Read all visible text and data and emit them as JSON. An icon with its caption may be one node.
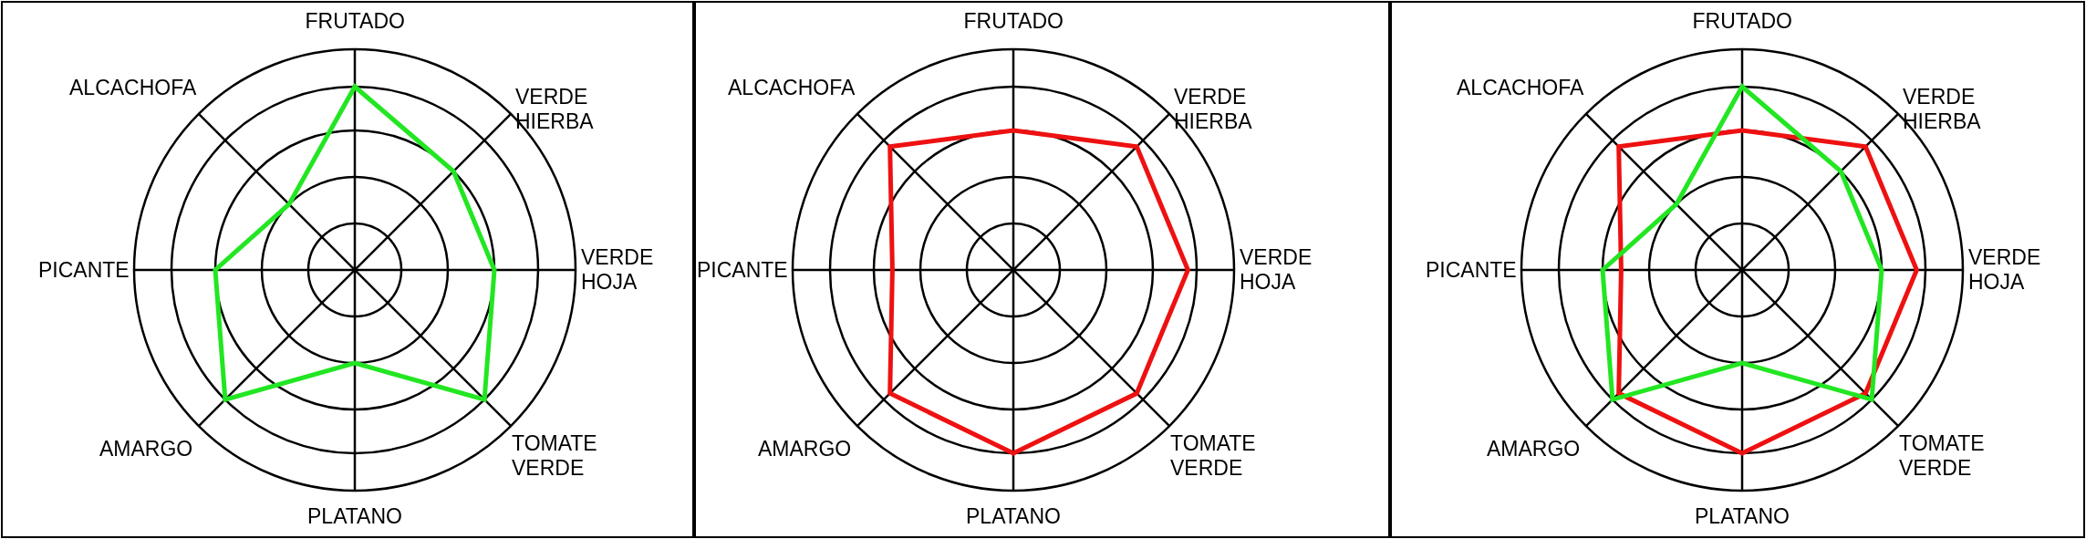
{
  "diagram": {
    "labels": [
      "FRUTADO",
      "VERDE HIERBA",
      "VERDE HOJA",
      "TOMATE VERDE",
      "PLATANO",
      "AMARGO",
      "PICANTE",
      "ALCACHOFA",
      "FRUTADO",
      "VERDE HIERBA",
      "VERDE HOJA",
      "TOMATE VERDE",
      "PLATANO",
      "AMARGO",
      "PICANTE",
      "ALCACHOFA",
      "FRUTADO",
      "VERDE HIERBA",
      "VERDE HOJA",
      "TOMATE VERDE",
      "PLATANO",
      "AMARGO",
      "PICANTE",
      "ALCACHOFA"
    ]
  }
}
